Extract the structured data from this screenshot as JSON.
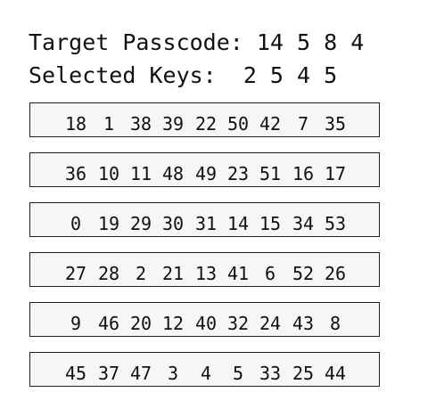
{
  "header": {
    "target_label": "Target Passcode:",
    "target_code": "14 5 8 4",
    "selected_label": "Selected Keys:",
    "selected_keys": "2 5 4 5"
  },
  "rows": [
    [
      "18",
      "1",
      "38",
      "39",
      "22",
      "50",
      "42",
      "7",
      "35"
    ],
    [
      "36",
      "10",
      "11",
      "48",
      "49",
      "23",
      "51",
      "16",
      "17"
    ],
    [
      "0",
      "19",
      "29",
      "30",
      "31",
      "14",
      "15",
      "34",
      "53"
    ],
    [
      "27",
      "28",
      "2",
      "21",
      "13",
      "41",
      "6",
      "52",
      "26"
    ],
    [
      "9",
      "46",
      "20",
      "12",
      "40",
      "32",
      "24",
      "43",
      "8"
    ],
    [
      "45",
      "37",
      "47",
      "3",
      "4",
      "5",
      "33",
      "25",
      "44"
    ]
  ]
}
